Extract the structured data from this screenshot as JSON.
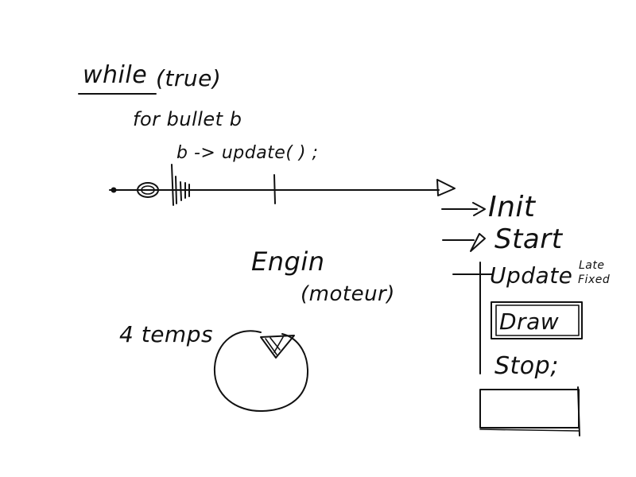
{
  "loop": {
    "keyword": "while",
    "condition": "(true)",
    "for_line": "for bullet b",
    "call_line": "b -> update( ) ;"
  },
  "engine": {
    "name": "Engin",
    "translation": "(moteur)"
  },
  "cycle": {
    "label": "4 temps"
  },
  "lifecycle": {
    "init": "Init",
    "start": "Start",
    "update": "Update",
    "update_variants": [
      "Late",
      "Fixed"
    ],
    "draw": "Draw",
    "stop": "Stop;"
  }
}
